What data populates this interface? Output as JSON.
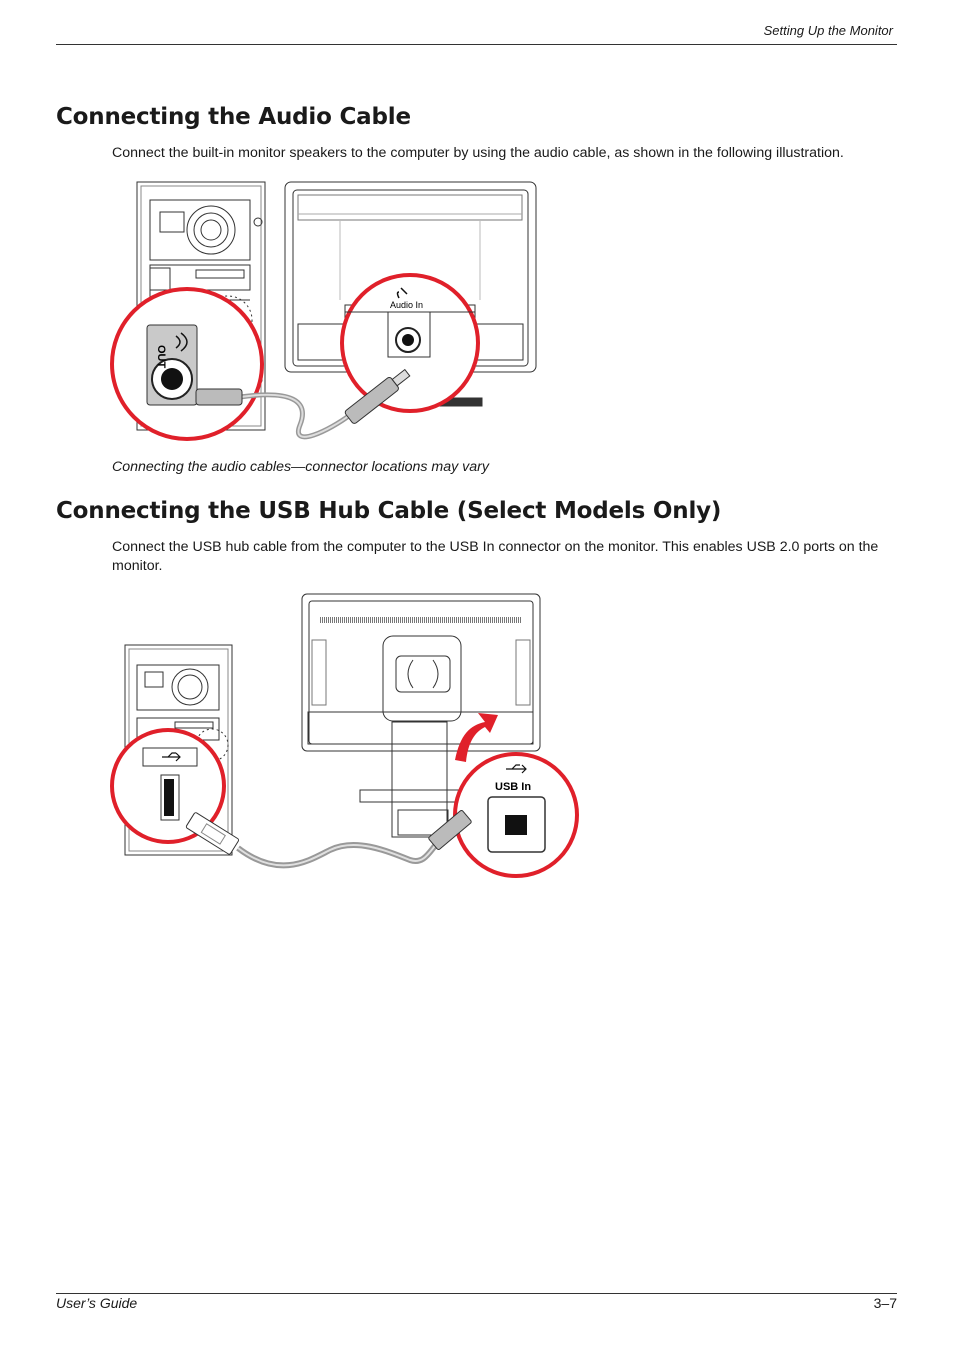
{
  "header": {
    "section": "Setting Up the Monitor"
  },
  "audio": {
    "title": "Connecting the Audio Cable",
    "body": "Connect the built-in monitor speakers to the computer by using the audio cable, as shown in the following illustration.",
    "caption": "Connecting the audio cables—connector locations may vary",
    "figure": {
      "out_label": "OUT",
      "audio_in_label": "Audio In"
    }
  },
  "usb": {
    "title": "Connecting the USB Hub Cable (Select Models Only)",
    "body": "Connect the USB hub cable from the computer to the USB In connector on the monitor. This enables USB 2.0 ports on the monitor.",
    "figure": {
      "usb_in_label": "USB In"
    }
  },
  "footer": {
    "left": "User’s Guide",
    "right": "3–7"
  },
  "colors": {
    "callout": "#e0202a"
  }
}
